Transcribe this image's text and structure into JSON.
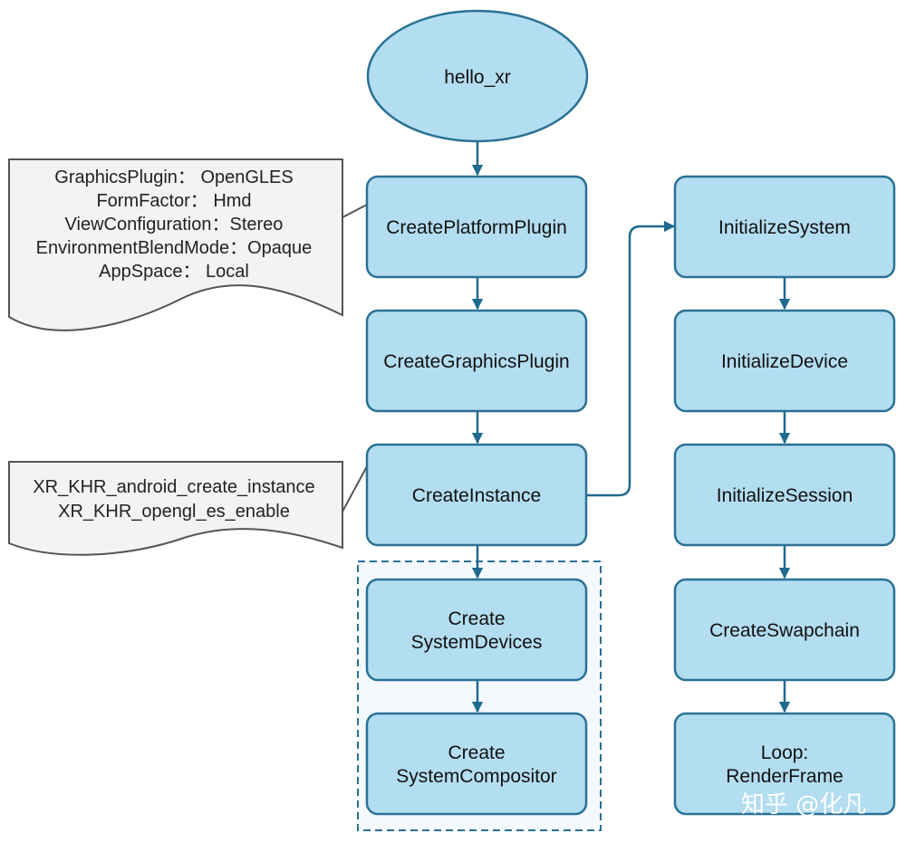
{
  "colors": {
    "node_fill": "#b3ddf0",
    "node_stroke": "#2a7195",
    "arrow": "#1f6a8e",
    "note_fill": "#f3f3f3",
    "note_stroke": "#555555",
    "group_fill": "#f4f9fd",
    "group_stroke": "#2a7195"
  },
  "nodes": {
    "hello_xr": "hello_xr",
    "create_platform_plugin": "CreatePlatformPlugin",
    "create_graphics_plugin": "CreateGraphicsPlugin",
    "create_instance": "CreateInstance",
    "create_system_devices": [
      "Create",
      "SystemDevices"
    ],
    "create_system_compositor": [
      "Create",
      "SystemCompositor"
    ],
    "initialize_system": "InitializeSystem",
    "initialize_device": "InitializeDevice",
    "initialize_session": "InitializeSession",
    "create_swapchain": "CreateSwapchain",
    "loop_render_frame": [
      "Loop:",
      "RenderFrame"
    ]
  },
  "notes": {
    "platform_options": [
      "GraphicsPlugin： OpenGLES",
      "FormFactor： Hmd",
      "ViewConfiguration：Stereo",
      "EnvironmentBlendMode：Opaque",
      "AppSpace： Local"
    ],
    "instance_extensions": [
      "XR_KHR_android_create_instance",
      "XR_KHR_opengl_es_enable"
    ]
  },
  "watermark": "知乎 @化凡"
}
